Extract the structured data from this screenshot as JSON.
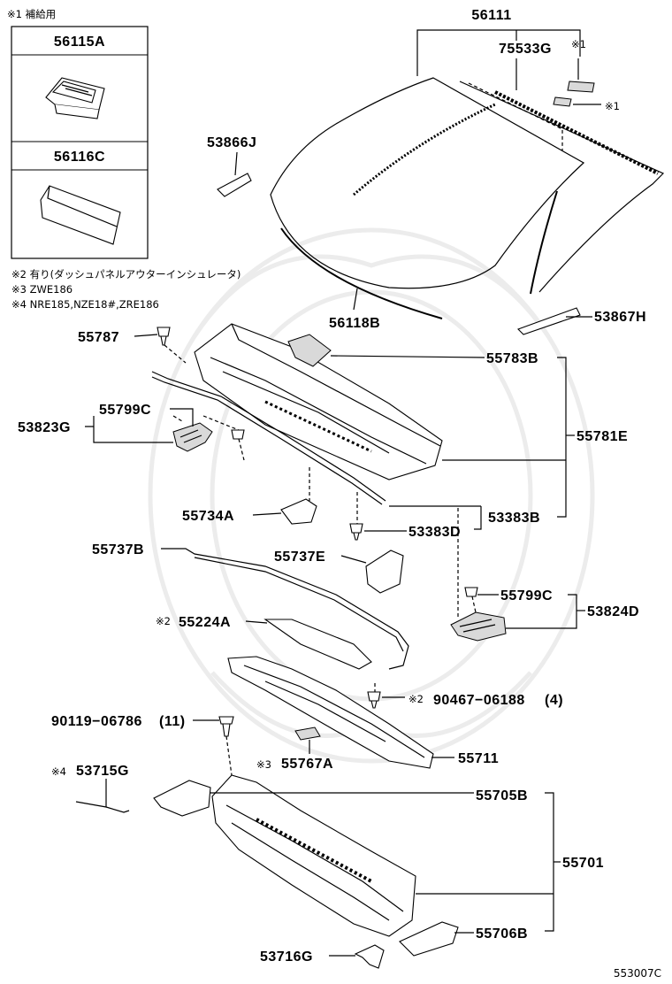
{
  "notes": {
    "n1": "※1 補給用",
    "n2": "※2 有り(ダッシュパネルアウターインシュレータ)",
    "n3": "※3 ZWE186",
    "n4": "※4 NRE185,NZE18#,ZRE186"
  },
  "supply_box": {
    "part_a": "56115A",
    "part_b": "56116C"
  },
  "labels": {
    "p56111": "56111",
    "p75533G": "75533G",
    "m1a": "※1",
    "m1b": "※1",
    "p53866J": "53866J",
    "p56118B": "56118B",
    "p53867H": "53867H",
    "p55787": "55787",
    "p55783B": "55783B",
    "p53823G": "53823G",
    "p55799C_a": "55799C",
    "p55781E": "55781E",
    "p55734A": "55734A",
    "p53383B": "53383B",
    "p53383D": "53383D",
    "p55737B": "55737B",
    "p55737E": "55737E",
    "p55799C_b": "55799C",
    "p53824D": "53824D",
    "m2a": "※2",
    "p55224A": "55224A",
    "m2b": "※2",
    "p90467": "90467−06188",
    "q90467": "(4)",
    "p90119": "90119−06786",
    "q90119": "(11)",
    "m3": "※3",
    "p55767A": "55767A",
    "p55711": "55711",
    "m4": "※4",
    "p53715G": "53715G",
    "p55705B": "55705B",
    "p55701": "55701",
    "p55706B": "55706B",
    "p53716G": "53716G",
    "code": "553007C"
  }
}
